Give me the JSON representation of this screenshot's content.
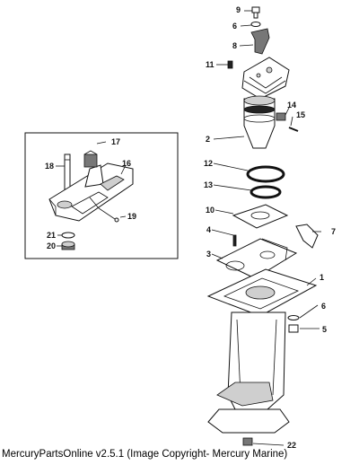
{
  "callouts": {
    "c1": "1",
    "c2": "2",
    "c3": "3",
    "c4": "4",
    "c5": "5",
    "c6a": "6",
    "c6b": "6",
    "c7": "7",
    "c8": "8",
    "c9": "9",
    "c10": "10",
    "c11": "11",
    "c12": "12",
    "c13": "13",
    "c14": "14",
    "c15": "15",
    "c16": "16",
    "c17": "17",
    "c18": "18",
    "c19": "19",
    "c20": "20",
    "c21": "21",
    "c22": "22"
  },
  "footer": "MercuryPartsOnline v2.5.1 (Image Copyright- Mercury Marine)"
}
